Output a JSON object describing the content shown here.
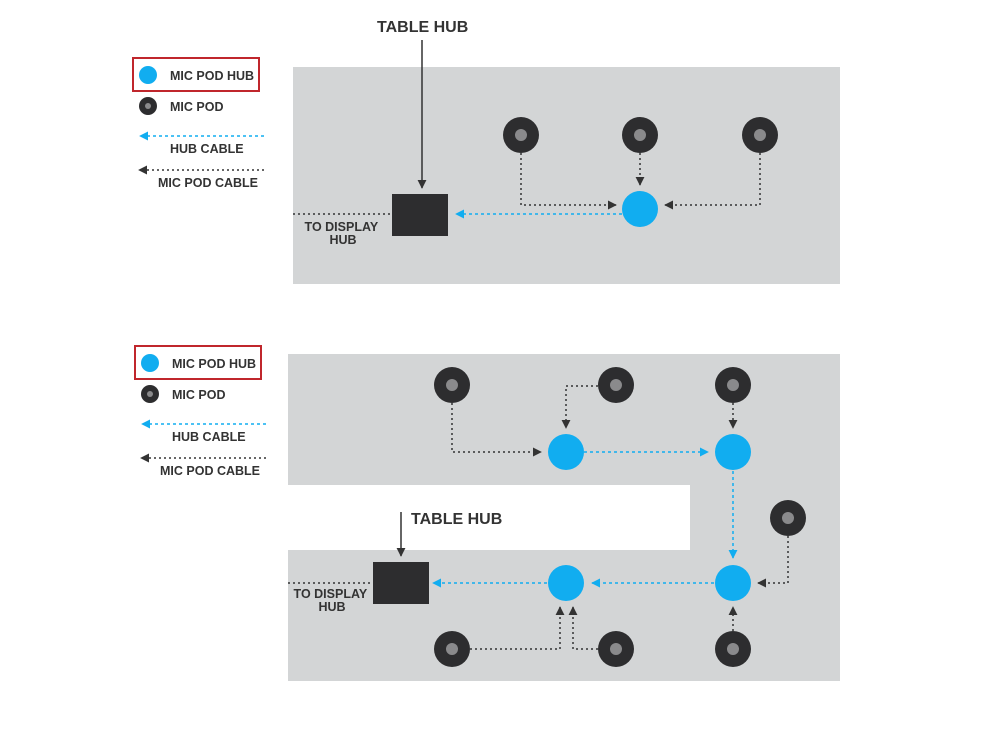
{
  "colors": {
    "table_bg": "#d3d5d6",
    "hub_blue": "#11adf0",
    "pod_dark": "#2d2d2f",
    "pod_center": "#8a8a8c",
    "table_hub": "#2d2d2f",
    "mic_cable": "#333333",
    "legend_box_border": "#c0262c"
  },
  "icons": {
    "mic_pod_hub": "blue-filled-circle",
    "mic_pod": "dark-ring-circle",
    "table_hub": "dark-square"
  },
  "diagram_top": {
    "legend": {
      "mic_pod_hub": "MIC POD HUB",
      "mic_pod": "MIC POD",
      "hub_cable": "HUB CABLE",
      "mic_pod_cable": "MIC POD CABLE"
    },
    "table_hub_label": "TABLE HUB",
    "display_label_line1": "TO DISPLAY",
    "display_label_line2": "HUB"
  },
  "diagram_bottom": {
    "legend": {
      "mic_pod_hub": "MIC POD HUB",
      "mic_pod": "MIC POD",
      "hub_cable": "HUB CABLE",
      "mic_pod_cable": "MIC POD CABLE"
    },
    "table_hub_label": "TABLE HUB",
    "display_label_line1": "TO DISPLAY",
    "display_label_line2": "HUB"
  }
}
